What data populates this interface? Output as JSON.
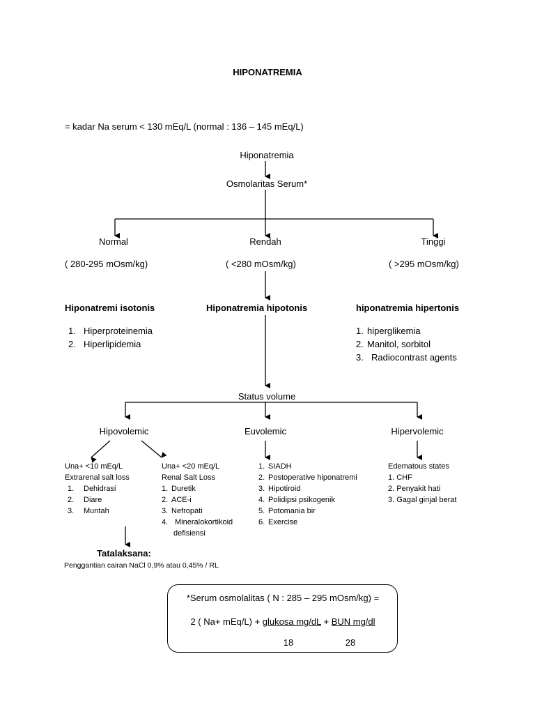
{
  "title": "HIPONATREMIA",
  "definition": "= kadar Na serum < 130 mEq/L (normal : 136 – 145 mEq/L)",
  "nodes": {
    "root": "Hiponatremia",
    "osm": "Osmolaritas Serum*",
    "status": "Status volume"
  },
  "branches": {
    "normal": {
      "label": "Normal",
      "range": "( 280-295 mOsm/kg)",
      "type": "Hiponatremi isotonis",
      "items": [
        "Hiperproteinemia",
        "Hiperlipidemia"
      ]
    },
    "rendah": {
      "label": "Rendah",
      "range": "( <280 mOsm/kg)",
      "type": "Hiponatremia hipotonis"
    },
    "tinggi": {
      "label": "Tinggi",
      "range": "( >295 mOsm/kg)",
      "type": "hiponatremia hipertonis",
      "items": [
        "hiperglikemia",
        "Manitol, sorbitol",
        "Radiocontrast agents"
      ]
    }
  },
  "volume": {
    "hipovolemic": {
      "label": "Hipovolemic",
      "left": {
        "line1": "Una+ <10 mEq/L",
        "line2": "Extrarenal salt loss",
        "items": [
          "Dehidrasi",
          "Diare",
          "Muntah"
        ]
      },
      "right": {
        "line1": "Una+ <20 mEq/L",
        "line2": "Renal Salt Loss",
        "items": [
          "Duretik",
          "ACE-i",
          "Nefropati",
          "Mineralokortikoid",
          "defisiensi"
        ]
      },
      "tatalaksana_label": "Tatalaksana:",
      "tatalaksana_text": "Penggantian cairan NaCl 0,9% atau 0,45% / RL"
    },
    "euvolemic": {
      "label": "Euvolemic",
      "items": [
        "SIADH",
        "Postoperative hiponatremi",
        "Hipotiroid",
        "Polidipsi psikogenik",
        "Potomania bir",
        "Exercise"
      ]
    },
    "hipervolemic": {
      "label": "Hipervolemic",
      "heading": "Edematous states",
      "items": [
        "CHF",
        "Penyakit hati",
        "Gagal ginjal berat"
      ]
    }
  },
  "formula": {
    "line1": "*Serum osmolalitas ( N : 285 – 295 mOsm/kg) =",
    "prefix": "2 ( Na+ mEq/L) + ",
    "glukosa": "glukosa mg/dL",
    "plus": " + ",
    "bun": "BUN mg/dl",
    "denom1": "18",
    "denom2": "28"
  }
}
